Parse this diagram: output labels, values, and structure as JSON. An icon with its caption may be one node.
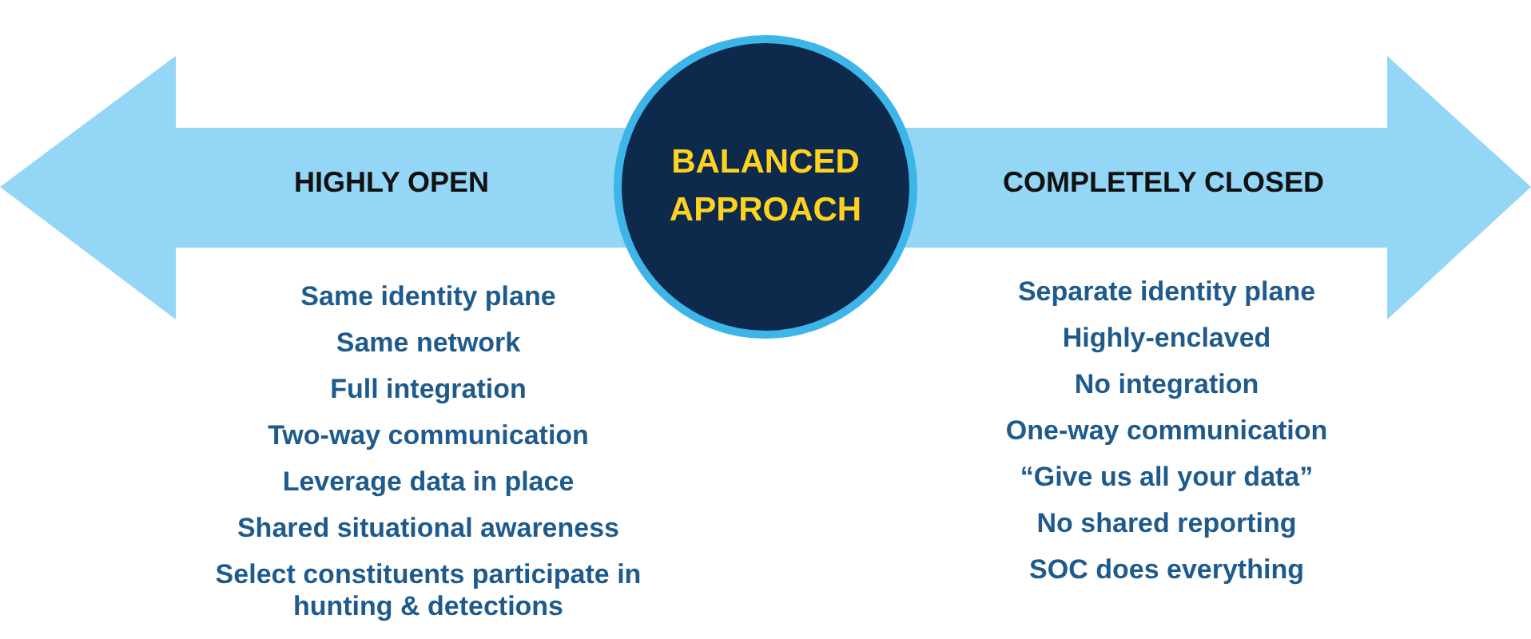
{
  "diagram": {
    "nodes": [
      {
        "text": [
          "HIGHLY OPEN",
          "COMPLETELY CLOSED"
        ]
      },
      {
        "text": [
          "BALANCED APPROACH"
        ]
      }
    ],
    "labels": [
      "Same identity plane",
      "Same network",
      "Full integration",
      "Two-way communication",
      "Leverage data in place",
      "Shared situational awareness",
      "Select constituents participate in hunting & detections",
      "Separate identity plane",
      "Highly-enclaved",
      "No integration",
      "One-way communication",
      "“Give us all your data”",
      "No shared reporting",
      "SOC does everything"
    ]
  }
}
